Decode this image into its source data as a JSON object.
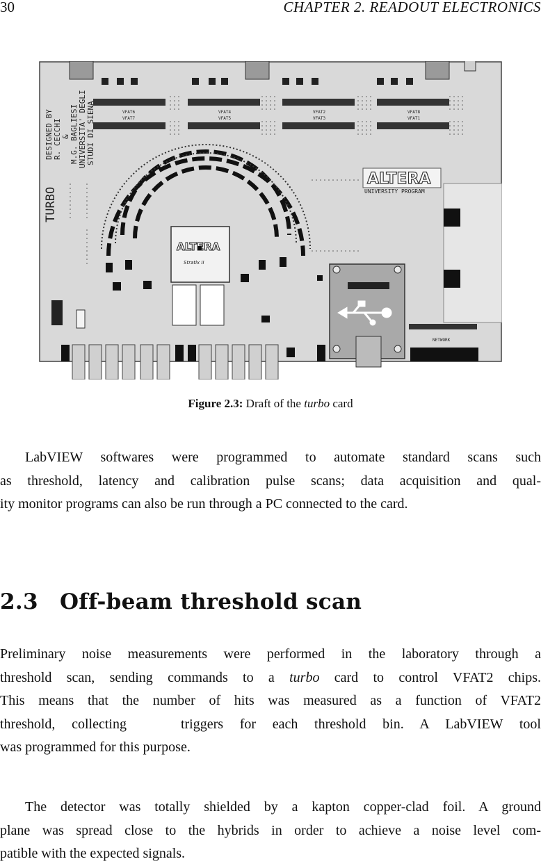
{
  "header": {
    "page_number": "30",
    "chapter": "CHAPTER 2.  READOUT ELECTRONICS"
  },
  "figure": {
    "board_labels": {
      "designed_by": "DESIGNED BY",
      "designer1": "R. CECCHI",
      "amp": "&",
      "designer2": "M.G. BAGLIESI",
      "university1": "UNIVERSITA' DEGLI",
      "university2": "STUDI DI SIENA",
      "turbo": "TURBO",
      "altera_logo": "ALTERA",
      "stratix": "Stratix II",
      "university_program": "UNIVERSITY PROGRAM",
      "network": "NETWORK",
      "vfat_labels": [
        "VFAT8",
        "VFAT7",
        "VFAT6",
        "VFAT5",
        "VFAT4",
        "VFAT3",
        "VFAT2",
        "VFAT1"
      ]
    },
    "caption_label": "Figure 2.3:",
    "caption_text_pre": "Draft of the ",
    "caption_em": "turbo",
    "caption_text_post": " card"
  },
  "paragraph1": {
    "lines": [
      "LabVIEW softwares were programmed to automate standard scans such",
      "as threshold, latency and calibration pulse scans; data acquisition and qual-",
      "ity monitor programs can also be run through a PC connected to the card."
    ]
  },
  "section": {
    "number": "2.3",
    "title": "Off-beam threshold scan"
  },
  "paragraph2": {
    "line1": "Preliminary noise measurements were performed in the laboratory through a",
    "line2_pre": "threshold scan, sending commands to a ",
    "line2_em": "turbo",
    "line2_post": " card to control VFAT2 chips.",
    "line3": "This means that the number of hits was measured as a function of VFAT2",
    "line4_pre": "threshold, collecting",
    "line4_post": "triggers for each threshold bin.  A LabVIEW tool",
    "line5": "was programmed for this purpose."
  },
  "paragraph3": {
    "lines": [
      "The detector was totally shielded by a kapton copper-clad foil.  A ground",
      "plane was spread close to the hybrids in order to achieve a noise level com-",
      "patible with the expected signals."
    ]
  }
}
